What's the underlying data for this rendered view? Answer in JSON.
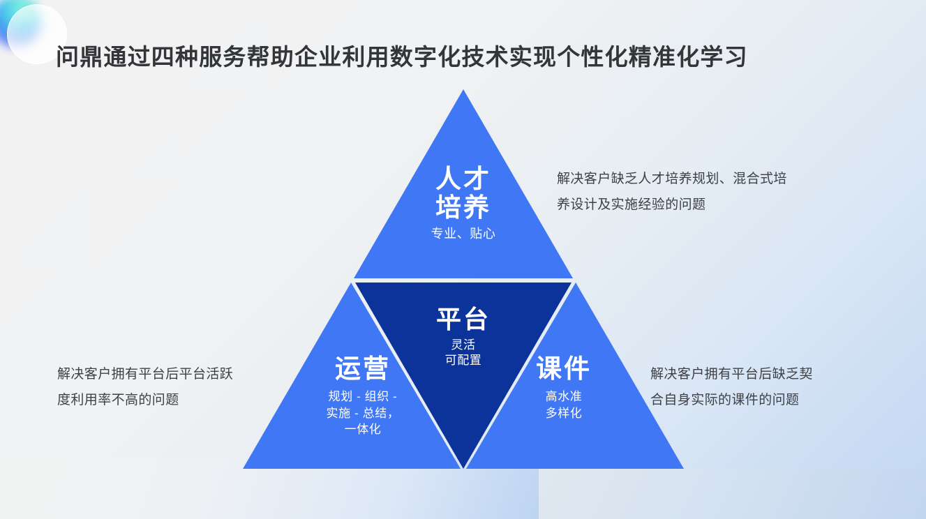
{
  "title": "问鼎通过四种服务帮助企业利用数字化技术实现个性化精准化学习",
  "decor": {
    "orb_blob": "gradient-orb",
    "orb_ring": "outline-circle"
  },
  "colors": {
    "brand_blue": "#4077F5",
    "brand_navy": "#0B3399",
    "title_text": "#333538",
    "note_text": "#3d4045",
    "background_start": "#f2f2f3",
    "background_end": "#c2d7f2"
  },
  "diagram": {
    "type": "triangle-quadrant",
    "segments": [
      {
        "id": "top",
        "title": "人才培养",
        "title_lines": [
          "人才",
          "培养"
        ],
        "subtitle_lines": [
          "专业、贴心"
        ],
        "fill": "#4077F5"
      },
      {
        "id": "center",
        "title": "平台",
        "title_lines": [
          "平台"
        ],
        "subtitle_lines": [
          "灵活",
          "可配置"
        ],
        "fill": "#0B3399"
      },
      {
        "id": "left",
        "title": "运营",
        "title_lines": [
          "运营"
        ],
        "subtitle_lines": [
          "规划 - 组织 -",
          "实施 - 总结，",
          "一体化"
        ],
        "fill": "#4077F5"
      },
      {
        "id": "right",
        "title": "课件",
        "title_lines": [
          "课件"
        ],
        "subtitle_lines": [
          "高水准",
          "多样化"
        ],
        "fill": "#4077F5"
      }
    ]
  },
  "notes": {
    "top_right": {
      "for": "人才培养",
      "lines": [
        "解决客户缺乏人才培养规划、混合式培",
        "养设计及实施经验的问题"
      ]
    },
    "left": {
      "for": "运营",
      "lines": [
        "解决客户拥有平台后平台活跃",
        "度利用率不高的问题"
      ]
    },
    "right": {
      "for": "课件",
      "lines": [
        "解决客户拥有平台后缺乏契",
        "合自身实际的课件的问题"
      ]
    }
  }
}
